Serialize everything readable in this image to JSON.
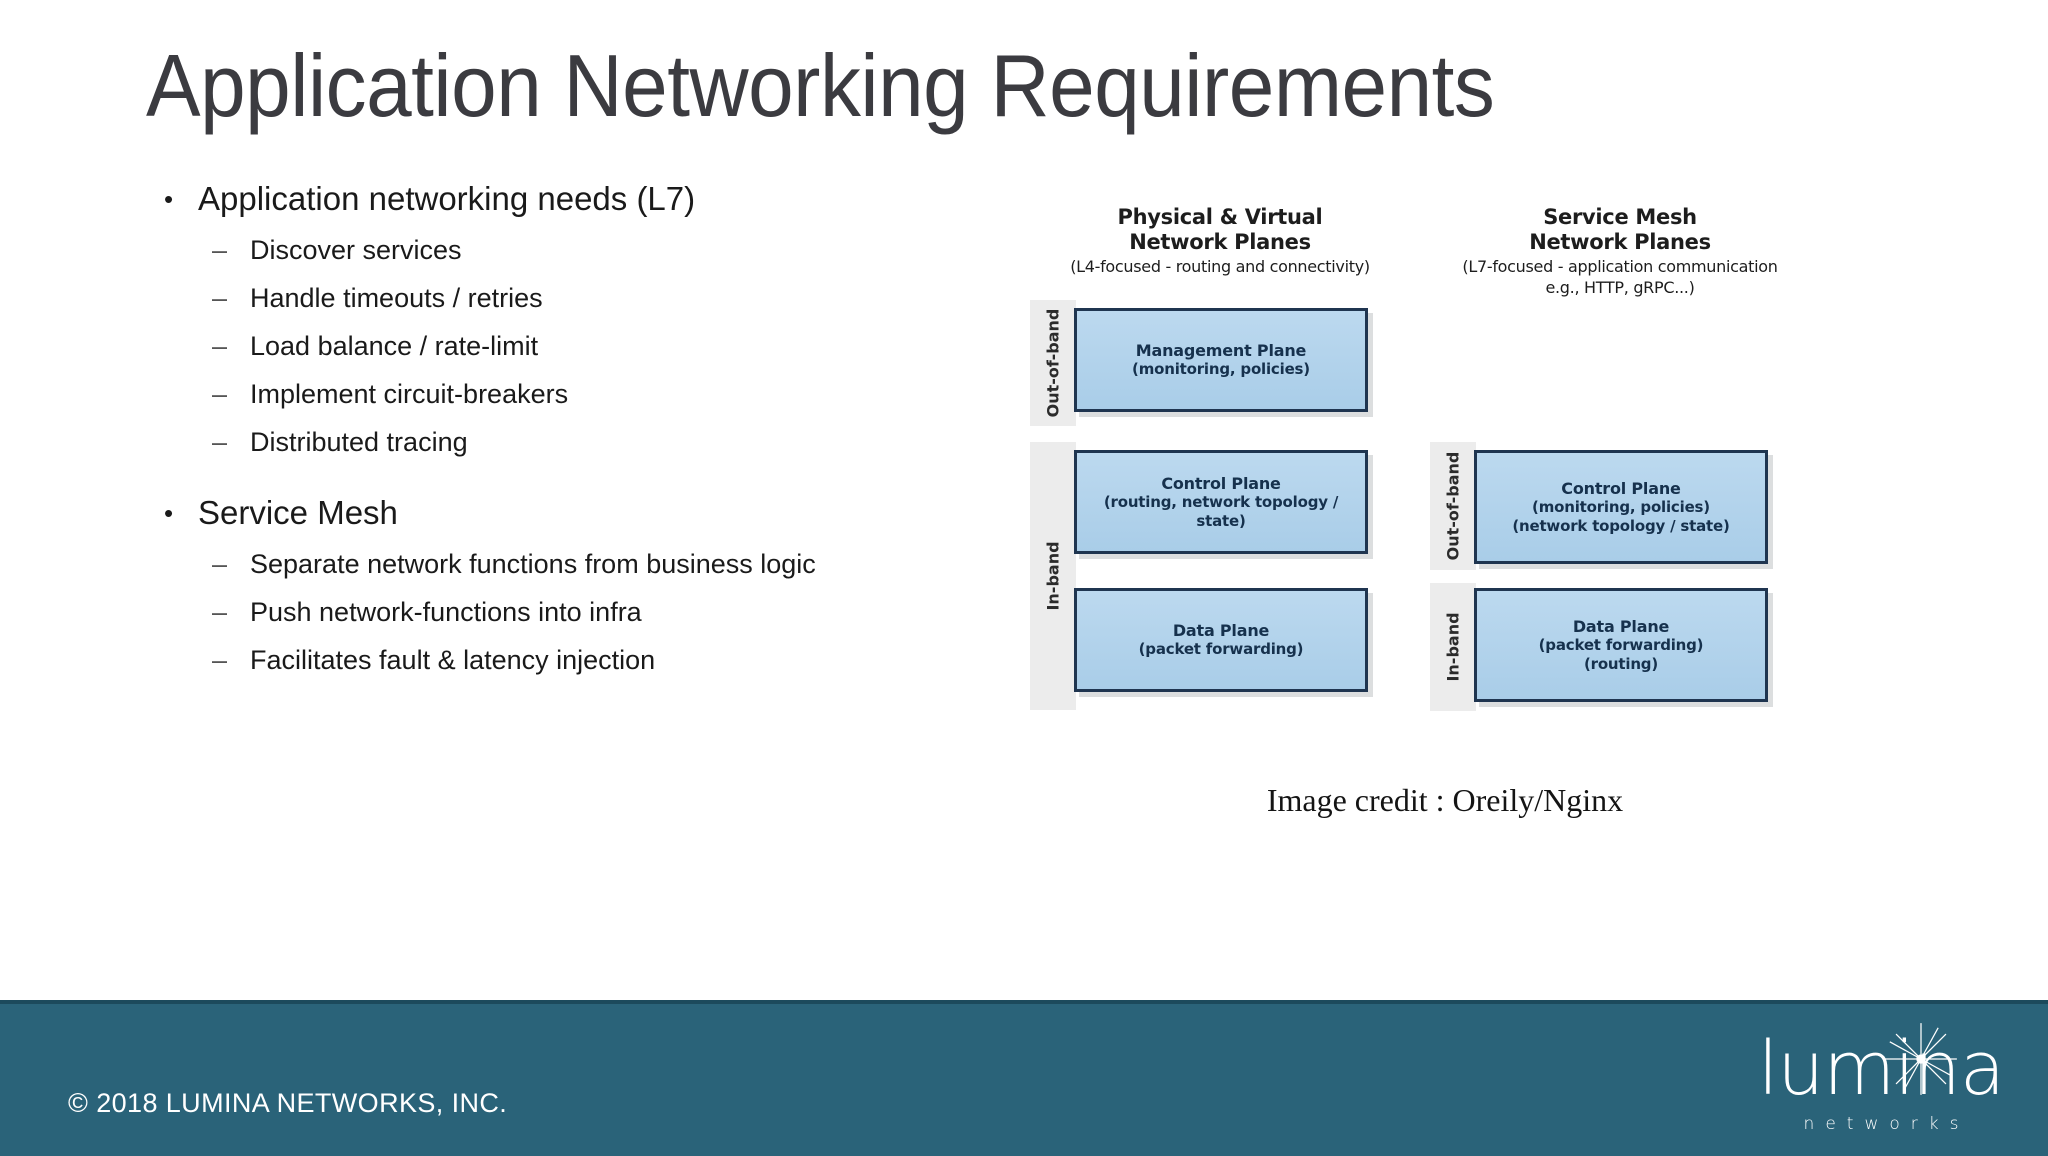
{
  "slide": {
    "title": "Application Networking Requirements",
    "title_color": "#3b3b40",
    "background": "#ffffff"
  },
  "bullets": [
    {
      "level1": "Application networking needs (L7)",
      "bullet_marker": "•",
      "sub_marker": "–",
      "level2": [
        "Discover services",
        "Handle timeouts / retries",
        "Load balance / rate-limit",
        "Implement circuit-breakers",
        "Distributed tracing"
      ]
    },
    {
      "level1": "Service Mesh",
      "bullet_marker": "•",
      "sub_marker": "–",
      "level2": [
        "Separate network functions from business logic",
        "Push network-functions into infra",
        "Facilitates fault & latency injection"
      ]
    }
  ],
  "diagram": {
    "credit": "Image credit : Oreily/Nginx",
    "box_fill": "#b4d4ec",
    "box_border": "#1f3550",
    "band_fill": "#ececec",
    "columns": [
      {
        "heading_line1": "Physical & Virtual",
        "heading_line2": "Network Planes",
        "subheading_line1": "(L4-focused - routing and connectivity)",
        "subheading_line2": "",
        "bands": [
          {
            "label": "Out-of-band"
          },
          {
            "label": "In-band"
          }
        ],
        "planes": [
          {
            "title": "Management Plane",
            "detail1": "(monitoring, policies)",
            "detail2": ""
          },
          {
            "title": "Control Plane",
            "detail1": "(routing, network topology / state)",
            "detail2": ""
          },
          {
            "title": "Data Plane",
            "detail1": "(packet forwarding)",
            "detail2": ""
          }
        ]
      },
      {
        "heading_line1": "Service Mesh",
        "heading_line2": "Network Planes",
        "subheading_line1": "(L7-focused - application communication",
        "subheading_line2": "e.g., HTTP, gRPC...)",
        "bands": [
          {
            "label": "Out-of-band"
          },
          {
            "label": "In-band"
          }
        ],
        "planes": [
          {
            "title": "Control Plane",
            "detail1": "(monitoring, policies)",
            "detail2": "(network topology / state)"
          },
          {
            "title": "Data Plane",
            "detail1": "(packet forwarding)",
            "detail2": "(routing)"
          }
        ]
      }
    ]
  },
  "footer": {
    "copyright": "© 2018 LUMINA NETWORKS, INC.",
    "background": "#2a6379",
    "text_color": "#ffffff",
    "logo": {
      "wordmark": "lumina",
      "tagline": "networks",
      "icon": "starburst-icon"
    }
  }
}
